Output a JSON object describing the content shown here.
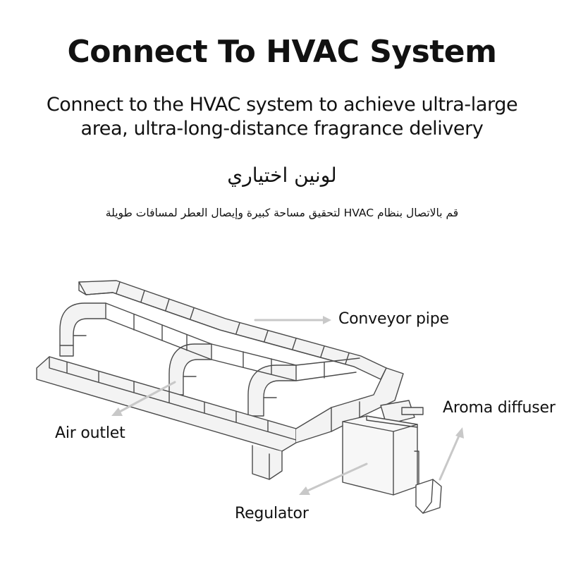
{
  "heading": {
    "title": "Connect To HVAC System",
    "subtitle_line1": "Connect to the HVAC system to achieve ultra-large",
    "subtitle_line2": "area, ultra-long-distance fragrance delivery"
  },
  "arabic": {
    "title": "لونين اختياري",
    "subtitle": "قم بالاتصال بنظام HVAC لتحقيق مساحة كبيرة وإيصال العطر لمسافات طويلة"
  },
  "labels": {
    "conveyor_pipe": "Conveyor pipe",
    "aroma_diffuser": "Aroma diffuser",
    "air_outlet": "Air outlet",
    "regulator": "Regulator"
  },
  "colors": {
    "line": "#4a4a4a",
    "duct_fill": "#f3f3f3",
    "arrow": "#c8c8c8",
    "text": "#111111"
  }
}
